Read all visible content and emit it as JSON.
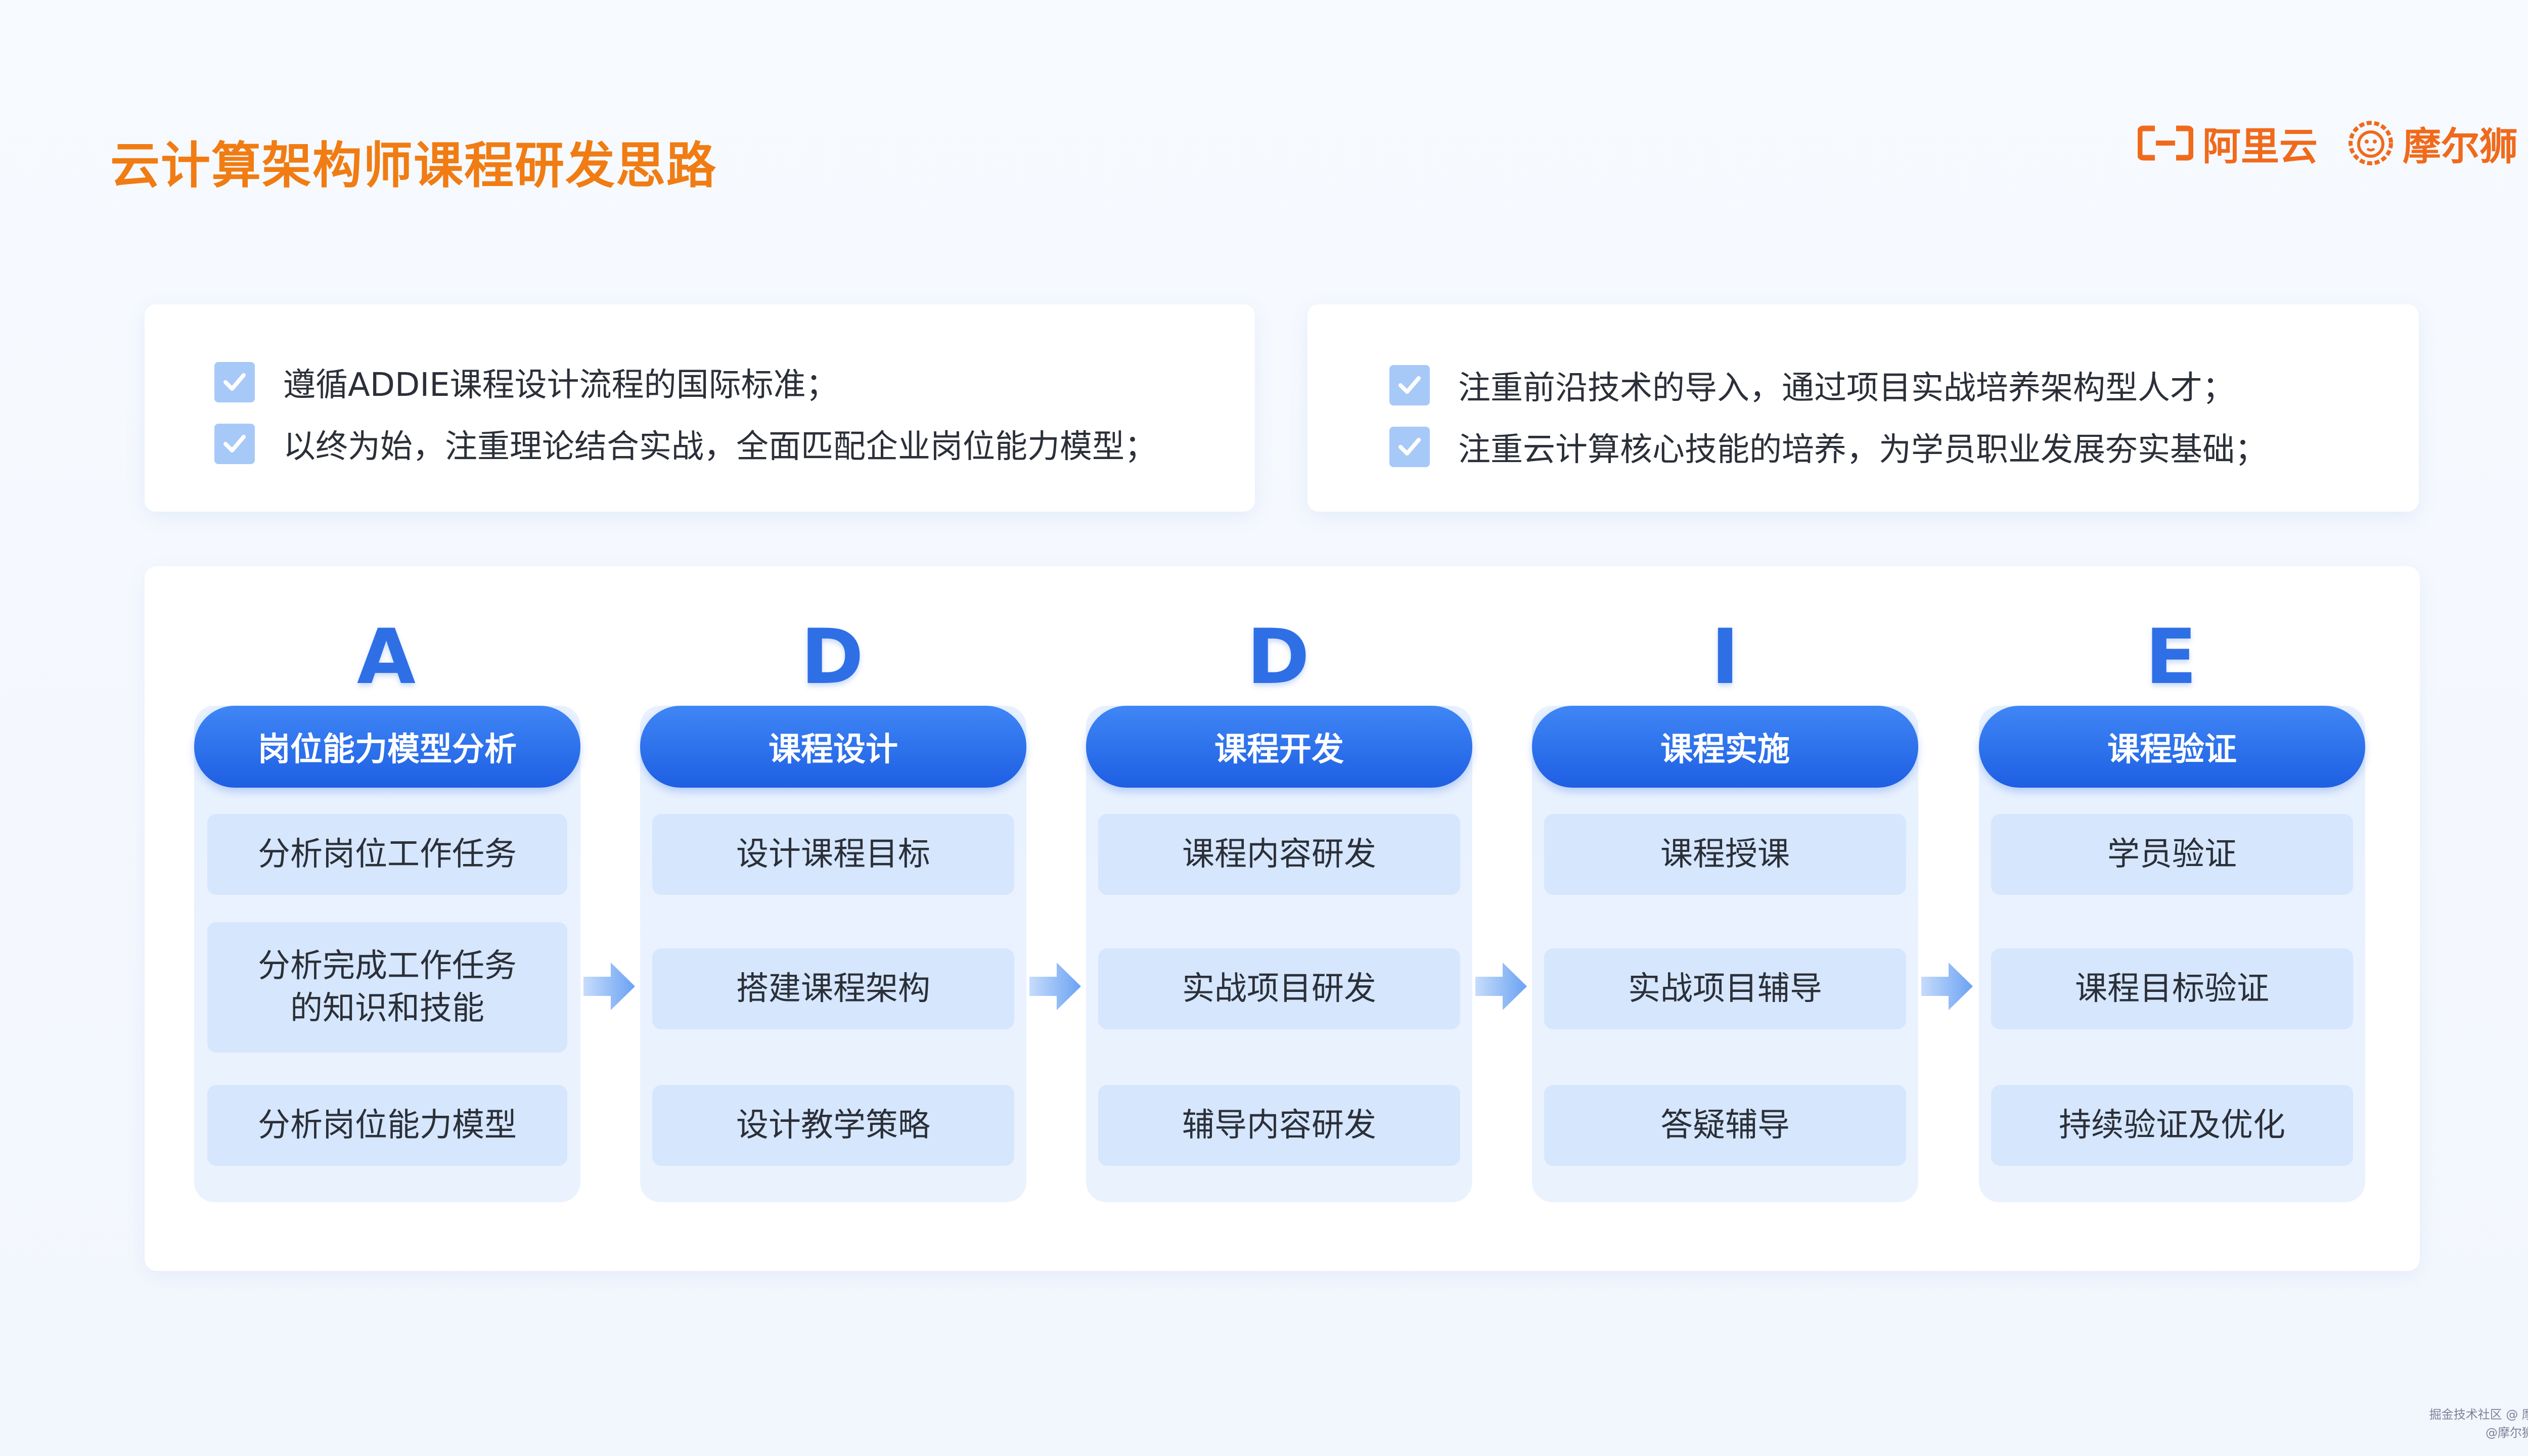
{
  "title": "云计算架构师课程研发思路",
  "logos": {
    "aliyun": {
      "icon": "aliyun-bracket-icon",
      "text": "阿里云"
    },
    "mors": {
      "icon": "lion-head-icon",
      "text": "摩尔狮"
    }
  },
  "points_left": [
    "遵循ADDIE课程设计流程的国际标准；",
    "以终为始，注重理论结合实战，全面匹配企业岗位能力模型；"
  ],
  "points_right": [
    "注重前沿技术的导入，通过项目实战培养架构型人才；",
    "注重云计算核心技能的培养，为学员职业发展夯实基础；"
  ],
  "phases": [
    {
      "letter": "A",
      "title": "岗位能力模型分析",
      "items": [
        "分析岗位工作任务",
        "分析完成工作任务\n的知识和技能",
        "分析岗位能力模型"
      ]
    },
    {
      "letter": "D",
      "title": "课程设计",
      "items": [
        "设计课程目标",
        "搭建课程架构",
        "设计教学策略"
      ]
    },
    {
      "letter": "D",
      "title": "课程开发",
      "items": [
        "课程内容研发",
        "实战项目研发",
        "辅导内容研发"
      ]
    },
    {
      "letter": "I",
      "title": "课程实施",
      "items": [
        "课程授课",
        "实战项目辅导",
        "答疑辅导"
      ]
    },
    {
      "letter": "E",
      "title": "课程验证",
      "items": [
        "学员验证",
        "课程目标验证",
        "持续验证及优化"
      ]
    }
  ],
  "footer": {
    "line1": "掘金技术社区 @ 摩尔狮",
    "line2": "@摩尔狮教育"
  },
  "colors": {
    "title": "#f07c13",
    "brand_orange": "#f06a1c",
    "phase_header": "#2f6fe6",
    "column_bg": "#e8f1fe",
    "item_bg": "#d5e6fd",
    "check": "#a7c9f7",
    "arrow": "#7fb0f5"
  }
}
